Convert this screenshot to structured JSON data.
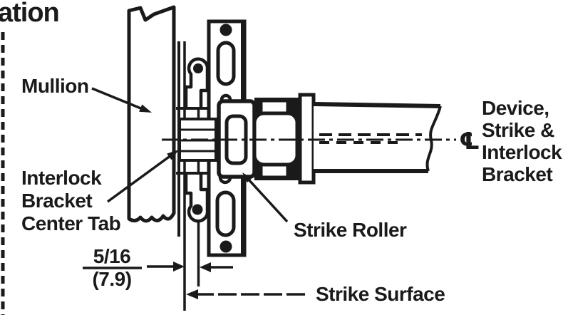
{
  "document": {
    "title_fragment": "ation",
    "background_color": "#ffffff",
    "ink_color": "#1a1a1a"
  },
  "callouts": {
    "mullion": "Mullion",
    "interlock_bracket_center_tab": {
      "lines": [
        "Interlock",
        "Bracket",
        "Center Tab"
      ]
    },
    "strike_roller": "Strike Roller",
    "strike_surface": "Strike Surface",
    "device_strike_interlock_bracket": {
      "lines": [
        "Device,",
        "Strike &",
        "Interlock",
        "Bracket"
      ]
    },
    "centerline_symbol": "℄"
  },
  "dimensions": {
    "strike_offset": {
      "inches": "5/16",
      "millimeters": "(7.9)"
    }
  }
}
